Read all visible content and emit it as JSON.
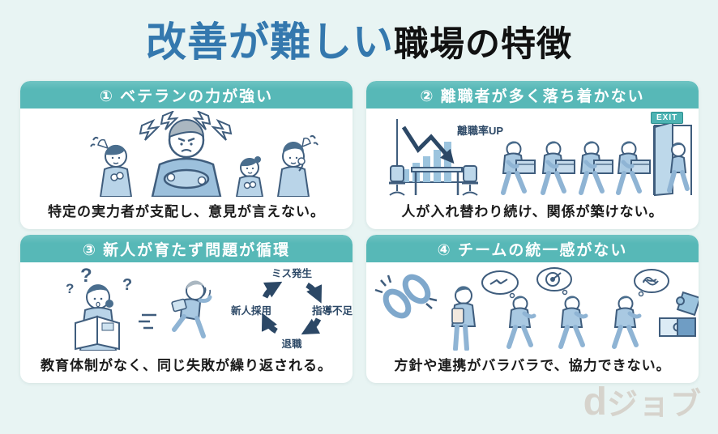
{
  "title": {
    "highlight": "改善が難しい",
    "rest": "職場の特徴"
  },
  "panels": [
    {
      "header": "① ベテランの力が強い",
      "caption": "特定の実力者が支配し、意見が言えない。"
    },
    {
      "header": "② 離職者が多く落ち着かない",
      "caption": "人が入れ替わり続け、関係が築けない。",
      "chart_label": "離職率UP",
      "exit_label": "EXIT"
    },
    {
      "header": "③ 新人が育たず問題が循環",
      "caption": "教育体制がなく、同じ失敗が繰り返される。",
      "question_marks": [
        "?",
        "?",
        "?"
      ],
      "cycle": {
        "top": "ミス発生",
        "right": "指導不足",
        "bottom": "退職",
        "left": "新人採用"
      }
    },
    {
      "header": "④ チームの統一感がない",
      "caption": "方針や連携がバラバラで、協力できない。"
    }
  ],
  "footer": {
    "logo_d": "d",
    "logo_text": "ジョブ"
  },
  "colors": {
    "background": "#e8f4f3",
    "panel_header_teal": "#57b8b7",
    "title_accent_blue": "#3478ae",
    "title_text": "#111111",
    "illustration_outline": "#3f5d7d",
    "diagram_navy": "#2c4866",
    "exit_badge_teal": "#4db3b3",
    "logo_gray": "#d6d3cc"
  }
}
